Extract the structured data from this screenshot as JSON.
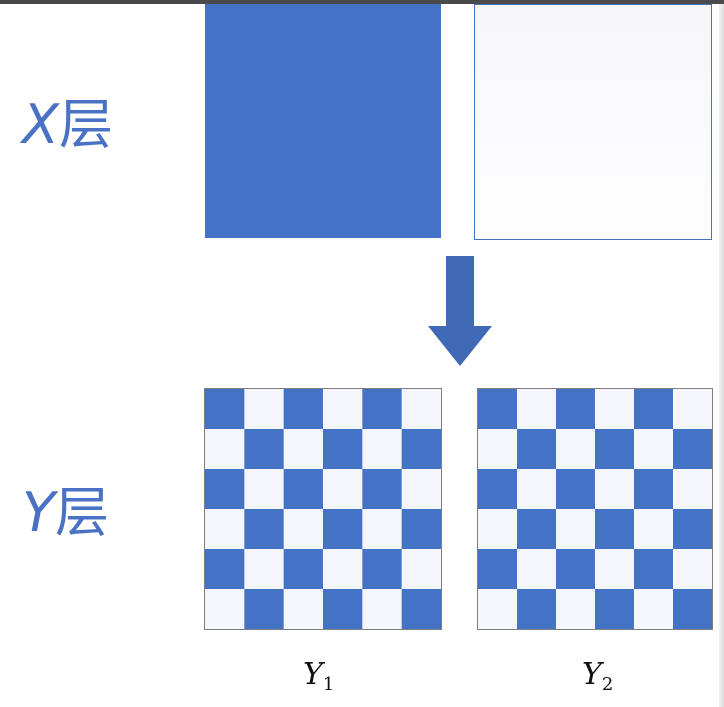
{
  "labels": {
    "x_layer": {
      "letter": "X",
      "text": "层"
    },
    "y_layer": {
      "letter": "Y",
      "text": "层"
    },
    "y1": {
      "base": "Y",
      "sub": "1"
    },
    "y2": {
      "base": "Y",
      "sub": "2"
    }
  },
  "colors": {
    "fill": "#4472c4",
    "label": "#4a72c4",
    "light_cell": "#f4f6fb",
    "arrow": "#3f68b5"
  },
  "grid": {
    "rows": 6,
    "cols": 6
  }
}
